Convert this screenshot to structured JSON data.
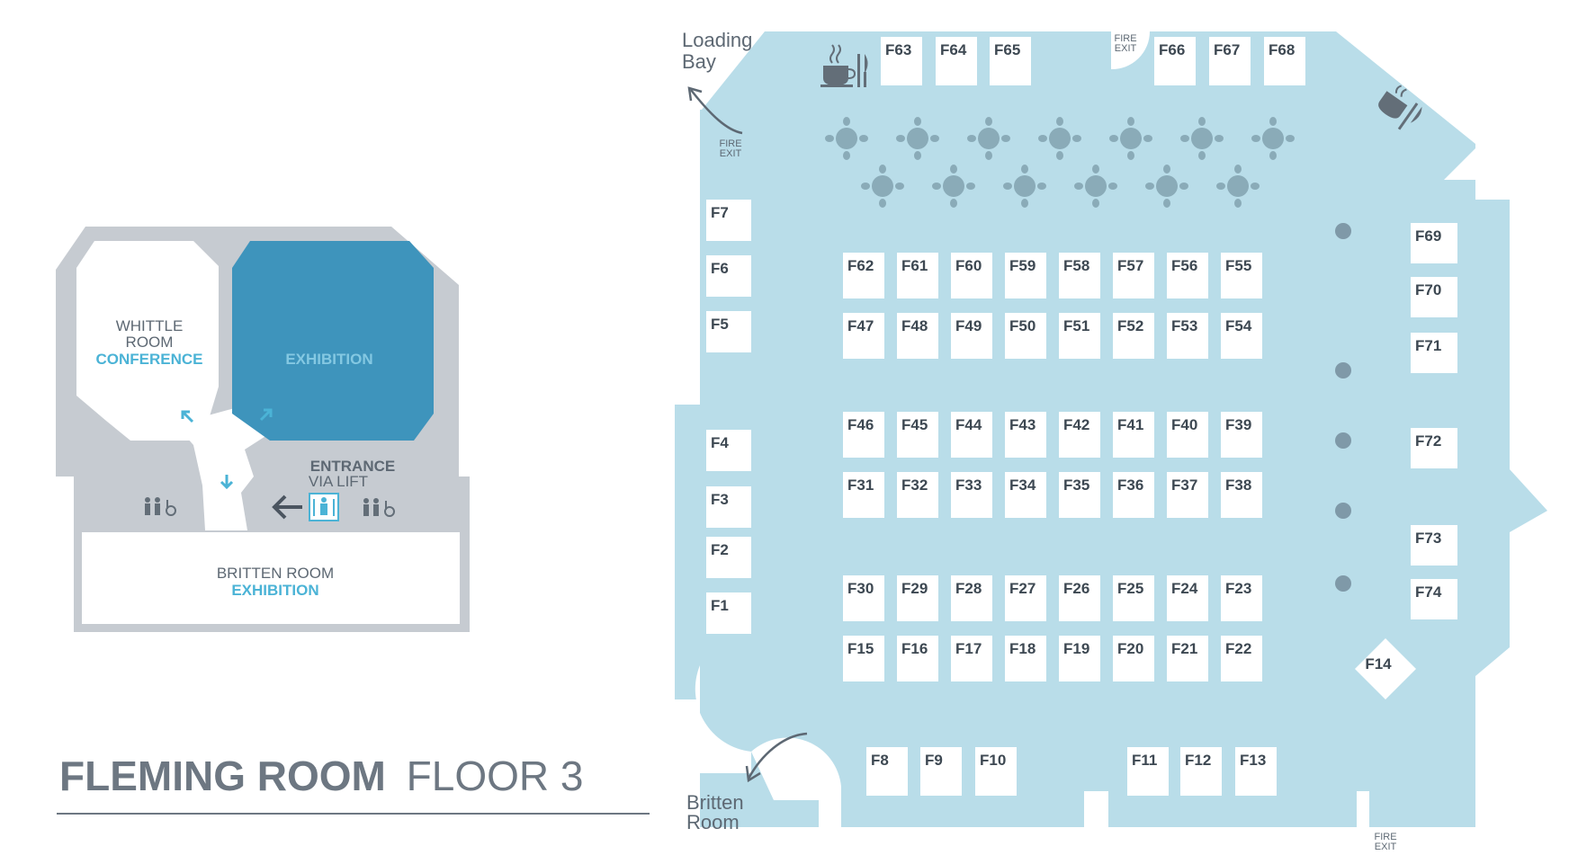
{
  "title": {
    "bold": "FLEMING ROOM",
    "light": "FLOOR 3"
  },
  "colors": {
    "floor": "#b9dde9",
    "stand": "#ffffff",
    "wall_grey": "#c6cbd1",
    "exhibition_blue": "#3e94bc",
    "accent": "#4bb3d6",
    "text_dark": "#5d6873",
    "icon": "#636e78"
  },
  "key_plan": {
    "whittle": {
      "line1": "WHITTLE",
      "line2": "ROOM",
      "line3": "CONFERENCE"
    },
    "exhibition": "EXHIBITION",
    "entrance": {
      "line1": "ENTRANCE",
      "line2": "VIA LIFT"
    },
    "britten": {
      "line1": "BRITTEN ROOM",
      "line2": "EXHIBITION"
    },
    "icons": [
      "toilets-icon",
      "accessible-icon",
      "lift-icon",
      "arrow-left-icon"
    ]
  },
  "floor_plan": {
    "loading_bay": {
      "line1": "Loading",
      "line2": "Bay"
    },
    "britten_room": {
      "line1": "Britten",
      "line2": "Room"
    },
    "fire_exit": {
      "line1": "FIRE",
      "line2": "EXIT"
    },
    "stands": {
      "top_row": [
        "F63",
        "F64",
        "F65",
        "F66",
        "F67",
        "F68"
      ],
      "left_column": [
        "F7",
        "F6",
        "F5",
        "F4",
        "F3",
        "F2",
        "F1"
      ],
      "right_column": [
        "F69",
        "F70",
        "F71",
        "F72",
        "F73",
        "F74"
      ],
      "diamond": "F14",
      "bottom_row": [
        "F8",
        "F9",
        "F10",
        "F11",
        "F12",
        "F13"
      ],
      "grid_rows": [
        [
          "F62",
          "F61",
          "F60",
          "F59",
          "F58",
          "F57",
          "F56",
          "F55"
        ],
        [
          "F47",
          "F48",
          "F49",
          "F50",
          "F51",
          "F52",
          "F53",
          "F54"
        ],
        [
          "F46",
          "F45",
          "F44",
          "F43",
          "F42",
          "F41",
          "F40",
          "F39"
        ],
        [
          "F31",
          "F32",
          "F33",
          "F34",
          "F35",
          "F36",
          "F37",
          "F38"
        ],
        [
          "F30",
          "F29",
          "F28",
          "F27",
          "F26",
          "F25",
          "F24",
          "F23"
        ],
        [
          "F15",
          "F16",
          "F17",
          "F18",
          "F19",
          "F20",
          "F21",
          "F22"
        ]
      ]
    },
    "seating_tables": {
      "row1": 7,
      "row2": 6
    },
    "icons": [
      "catering-icon",
      "catering-icon",
      "pillar-icon"
    ]
  }
}
